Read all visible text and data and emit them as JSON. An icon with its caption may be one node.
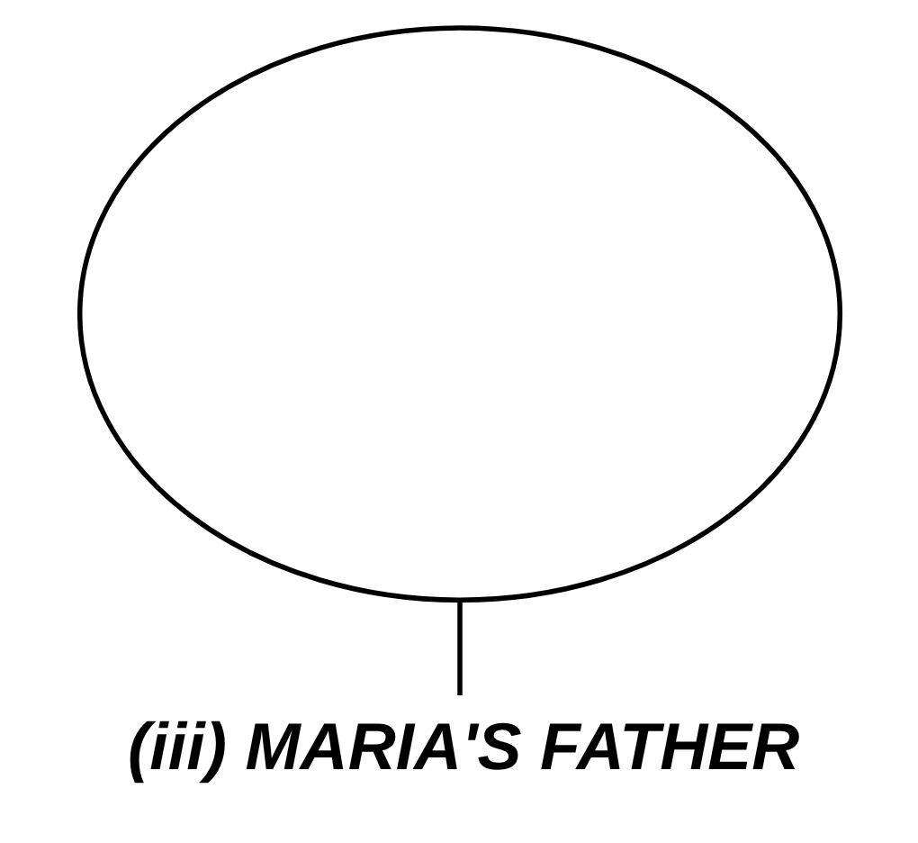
{
  "diagram": {
    "nodes": [
      {
        "text": [],
        "shape": "ellipse"
      },
      {
        "text": [
          "(iii) MARIA'S FATHER"
        ]
      }
    ],
    "edges": [
      {
        "from": 1,
        "to": 0,
        "arrow": "none"
      }
    ]
  }
}
